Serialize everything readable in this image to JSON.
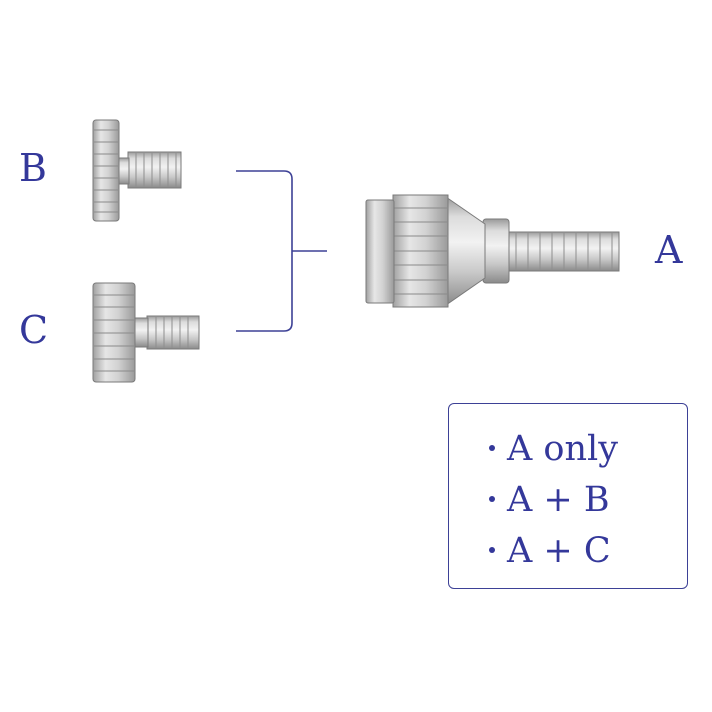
{
  "labels": {
    "a": "A",
    "b": "B",
    "c": "C"
  },
  "options": [
    "A only",
    "A + B",
    "A + C"
  ],
  "colors": {
    "text": "#34389a",
    "line": "#3d4196",
    "metal_light": "#e8e8e8",
    "metal_mid": "#c4c4c4",
    "metal_dark": "#8c8c8c"
  }
}
